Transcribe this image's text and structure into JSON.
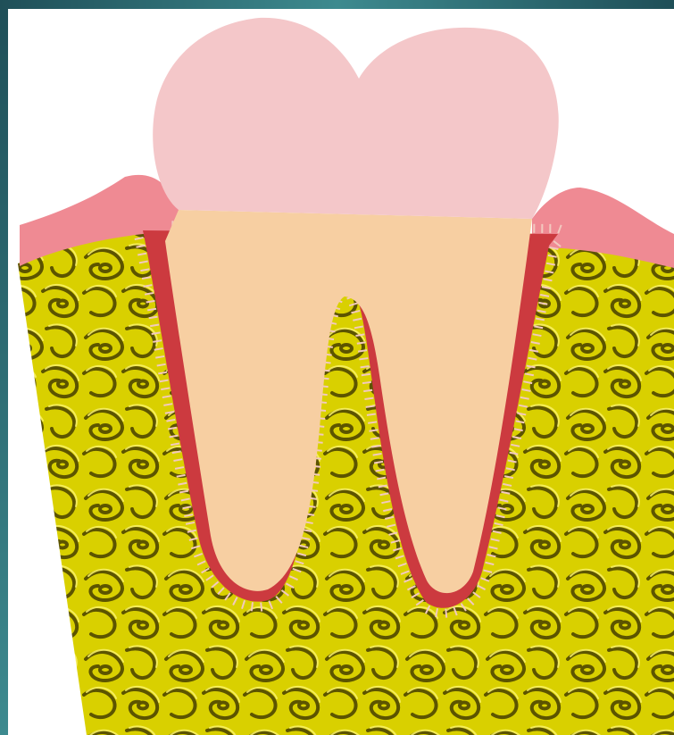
{
  "diagram": {
    "subject": "tooth-cross-section",
    "colors": {
      "frame_dark": "#1f4f58",
      "frame_light": "#3d8a8f",
      "crown_enamel": "#f4c7c9",
      "root_dentin": "#f7cfa2",
      "gingiva": "#ef8a93",
      "periodontal_ligament": "#cc3a3f",
      "ligament_fibers": "#f2c9bf",
      "bone": "#d9d000",
      "bone_pattern": "#5c5400",
      "bone_highlight": "#fbf36a"
    },
    "icons": [
      "crown-shape",
      "root-shape",
      "gum-shape",
      "bone-shape",
      "ligament-band"
    ]
  }
}
